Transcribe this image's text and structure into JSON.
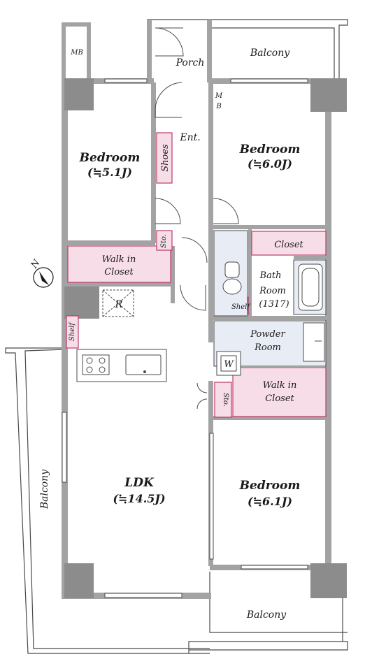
{
  "colors": {
    "wall": "#a3a3a3",
    "column": "#8c8c8c",
    "closet_fill": "#f7dde7",
    "closet_stroke": "#c0396b",
    "wet_area_fill": "#e7ecf5",
    "floor": "#ffffff",
    "line": "#4a4a4a"
  },
  "rooms": {
    "bedroom_nw": {
      "name": "Bedroom",
      "size": "(≒5.1J)"
    },
    "bedroom_ne": {
      "name": "Bedroom",
      "size": "(≒6.0J)"
    },
    "bedroom_se": {
      "name": "Bedroom",
      "size": "(≒6.1J)"
    },
    "ldk": {
      "name": "LDK",
      "size": "(≒14.5J)"
    },
    "porch": "Porch",
    "entrance": "Ent.",
    "shoes": "Shoes",
    "mb_top": "MB",
    "mb_mid": [
      "M",
      "B"
    ],
    "walk_in_closet_w": [
      "Walk in",
      "Closet"
    ],
    "walk_in_closet_e": [
      "Walk in",
      "Closet"
    ],
    "closet": "Closet",
    "bath": [
      "Bath",
      "Room",
      "(1317)"
    ],
    "powder": [
      "Powder",
      "Room"
    ],
    "sto_top": "Sto.",
    "sto_bottom": "Sto.",
    "shelf_left": "Shelf",
    "shelf_bath": "Shelf",
    "refrigerator": "R",
    "washer": "W",
    "balcony_top": "Balcony",
    "balcony_bottom": "Balcony",
    "balcony_left": "Balcony"
  },
  "compass": {
    "label": "N",
    "icon": "north-arrow-icon"
  }
}
